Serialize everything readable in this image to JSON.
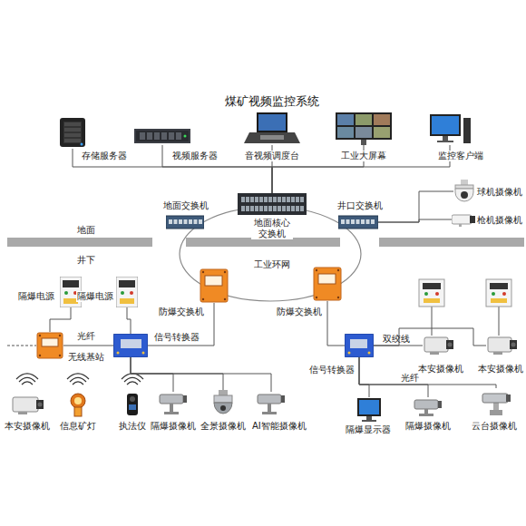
{
  "diagram": {
    "title": "煤矿视频监控系统",
    "nodes": [
      {
        "text": [
          "存储服务器"
        ]
      },
      {
        "text": [
          "视频服务器"
        ]
      },
      {
        "text": [
          "音视频调度台"
        ]
      },
      {
        "text": [
          "工业大屏幕"
        ]
      },
      {
        "text": [
          "监控客户端"
        ]
      },
      {
        "text": [
          "地面交换机"
        ]
      },
      {
        "text": [
          "地面核心交换机"
        ]
      },
      {
        "text": [
          "井口交换机"
        ]
      },
      {
        "text": [
          "球机摄像机"
        ]
      },
      {
        "text": [
          "枪机摄像机"
        ]
      },
      {
        "text": [
          "防爆交换机"
        ]
      },
      {
        "text": [
          "防爆交换机"
        ]
      },
      {
        "text": [
          "隔爆电源"
        ]
      },
      {
        "text": [
          "隔爆电源"
        ]
      },
      {
        "text": [
          "无线基站"
        ]
      },
      {
        "text": [
          "信号转换器"
        ]
      },
      {
        "text": [
          "信号转换器"
        ]
      },
      {
        "text": [
          "本安摄像机"
        ]
      },
      {
        "text": [
          "本安摄像机"
        ]
      },
      {
        "text": [
          "本安摄像机"
        ]
      },
      {
        "text": [
          "信息矿灯"
        ]
      },
      {
        "text": [
          "执法仪"
        ]
      },
      {
        "text": [
          "隔爆摄像机"
        ]
      },
      {
        "text": [
          "全景摄像机"
        ]
      },
      {
        "text": [
          "AI智能摄像机"
        ]
      },
      {
        "text": [
          "隔爆显示器"
        ]
      },
      {
        "text": [
          "隔爆摄像机"
        ]
      },
      {
        "text": [
          "云台摄像机"
        ]
      }
    ],
    "edges": [
      {
        "from": 0,
        "to": 6,
        "arrow": "none"
      },
      {
        "from": 1,
        "to": 6,
        "arrow": "none"
      },
      {
        "from": 2,
        "to": 6,
        "arrow": "none"
      },
      {
        "from": 3,
        "to": 6,
        "arrow": "none"
      },
      {
        "from": 4,
        "to": 6,
        "arrow": "none"
      },
      {
        "from": 7,
        "to": 8,
        "arrow": "none"
      },
      {
        "from": 7,
        "to": 9,
        "arrow": "none"
      },
      {
        "from": 10,
        "to": 15,
        "arrow": "none"
      },
      {
        "from": 11,
        "to": 16,
        "arrow": "none"
      },
      {
        "from": 12,
        "to": 14,
        "arrow": "none"
      },
      {
        "from": 13,
        "to": 15,
        "arrow": "none"
      },
      {
        "from": 14,
        "to": 15,
        "label": "光纤",
        "arrow": "none"
      },
      {
        "from": 15,
        "to": 22,
        "arrow": "none"
      },
      {
        "from": 15,
        "to": 23,
        "arrow": "none"
      },
      {
        "from": 15,
        "to": 24,
        "arrow": "none"
      },
      {
        "from": 16,
        "to": 17,
        "label": "双绞线",
        "arrow": "none"
      },
      {
        "from": 16,
        "to": 18,
        "arrow": "none"
      },
      {
        "from": 16,
        "to": 25,
        "arrow": "none"
      },
      {
        "from": 16,
        "to": 26,
        "label": "光纤",
        "arrow": "none"
      },
      {
        "from": 16,
        "to": 27,
        "arrow": "none"
      }
    ],
    "labels": [
      "地面",
      "井下",
      "工业环网"
    ]
  }
}
